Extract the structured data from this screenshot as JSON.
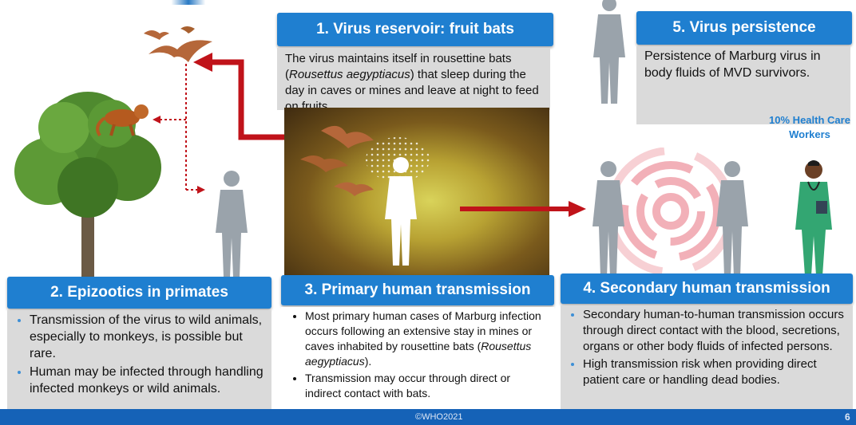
{
  "panels": {
    "p1": {
      "title": "1. Virus reservoir:  fruit bats",
      "text_pre": "The virus maintains itself in rousettine bats (",
      "text_italic": "Rousettus aegyptiacus",
      "text_post": ") that sleep during the day in caves or mines and leave at night to feed on fruits."
    },
    "p2": {
      "title": "2. Epizootics in primates",
      "bullets": [
        "Transmission of the virus to wild animals, especially to monkeys, is possible but rare.",
        "Human may be infected through handling infected monkeys or wild animals."
      ]
    },
    "p3": {
      "title": "3. Primary human transmission",
      "bullet1_pre": "Most primary human cases of Marburg infection occurs following an extensive stay in mines or caves inhabited by rousettine bats (",
      "bullet1_italic": "Rousettus aegyptiacus",
      "bullet1_post": ").",
      "bullet2": "Transmission may occur through direct or indirect contact with bats."
    },
    "p4": {
      "title": "4. Secondary  human transmission",
      "bullets": [
        "Secondary human-to-human transmission occurs through direct contact with the blood, secretions, organs or other body fluids of infected persons.",
        " High transmission risk when providing direct patient care or handling dead bodies."
      ]
    },
    "p5": {
      "title": "5. Virus persistence",
      "text": "Persistence of Marburg virus in body fluids of MVD survivors."
    }
  },
  "health_care_label": "10% Health Care Workers",
  "footer": {
    "copyright": "©WHO2021",
    "page_number": "6"
  },
  "colors": {
    "header_blue": "#1f7fd0",
    "arrow_red": "#c0131a",
    "figure_grey": "#9aa3ab",
    "footer_blue": "#1562b7"
  },
  "icons": [
    "fruit-bat-icon",
    "monkey-icon",
    "tree-icon",
    "human-silhouette-icon",
    "health-worker-icon",
    "spiral-icon"
  ]
}
